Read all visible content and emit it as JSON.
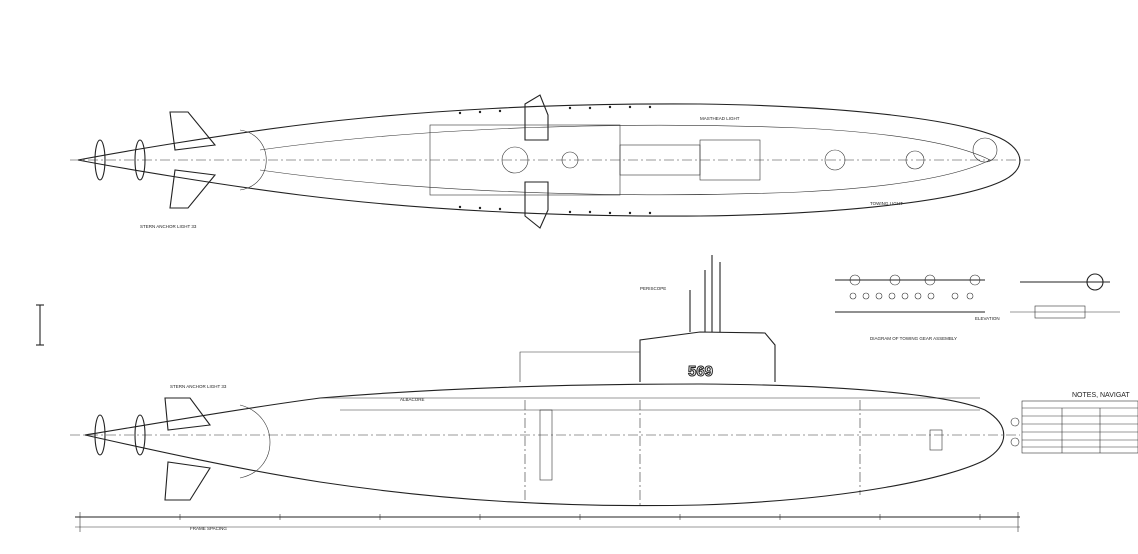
{
  "drawing": {
    "top_view": {
      "labels": {
        "stern_anchor_light": "STERN ANCHOR LIGHT 33",
        "masthead": "MASTHEAD LIGHT",
        "towing_light": "TOWING LIGHT"
      }
    },
    "side_view": {
      "hull_number": "569",
      "ship_name": "ALBACORE",
      "labels": {
        "periscope": "PERISCOPE",
        "stern_anchor_light": "STERN ANCHOR LIGHT 33",
        "frame_spacing": "FRAME SPACING"
      }
    },
    "towing_gear": {
      "title": "DIAGRAM OF TOWING GEAR ASSEMBLY",
      "elevation": "ELEVATION"
    },
    "notes": {
      "title": "NOTES, NAVIGAT"
    }
  }
}
